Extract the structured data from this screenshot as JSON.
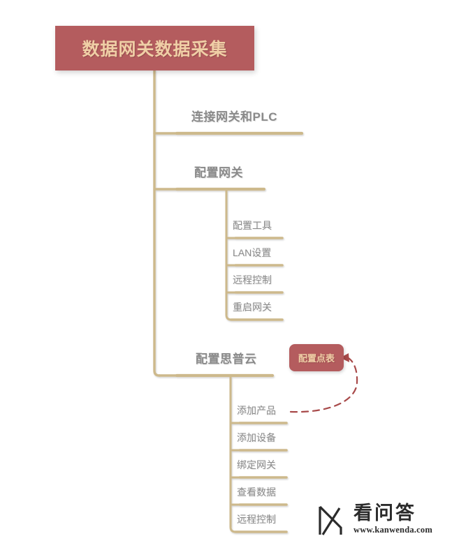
{
  "diagram": {
    "type": "mindmap",
    "title": "数据网关数据采集",
    "background_color": "#ffffff",
    "accent_color": "#b45c5e",
    "branch_color": "#cdb98c",
    "label_color": "#8a8a8a",
    "box_text_color": "#f0cfa6"
  },
  "root": {
    "label": "数据网关数据采集"
  },
  "branches": [
    {
      "label": "连接网关和PLC",
      "children": []
    },
    {
      "label": "配置网关",
      "children": [
        {
          "label": "配置工具"
        },
        {
          "label": "LAN设置"
        },
        {
          "label": "远程控制"
        },
        {
          "label": "重启网关"
        }
      ]
    },
    {
      "label": "配置思普云",
      "children": [
        {
          "label": "添加产品"
        },
        {
          "label": "添加设备"
        },
        {
          "label": "绑定网关"
        },
        {
          "label": "查看数据"
        },
        {
          "label": "远程控制"
        }
      ]
    }
  ],
  "callout": {
    "label": "配置点表",
    "connector": "dashed-curved-arrow",
    "points_from": "添加产品",
    "points_to": "配置点表"
  },
  "watermark": {
    "logo_icon": "kanwenda-k-logo-icon",
    "name": "看问答",
    "url": "www.kanwenda.com"
  }
}
